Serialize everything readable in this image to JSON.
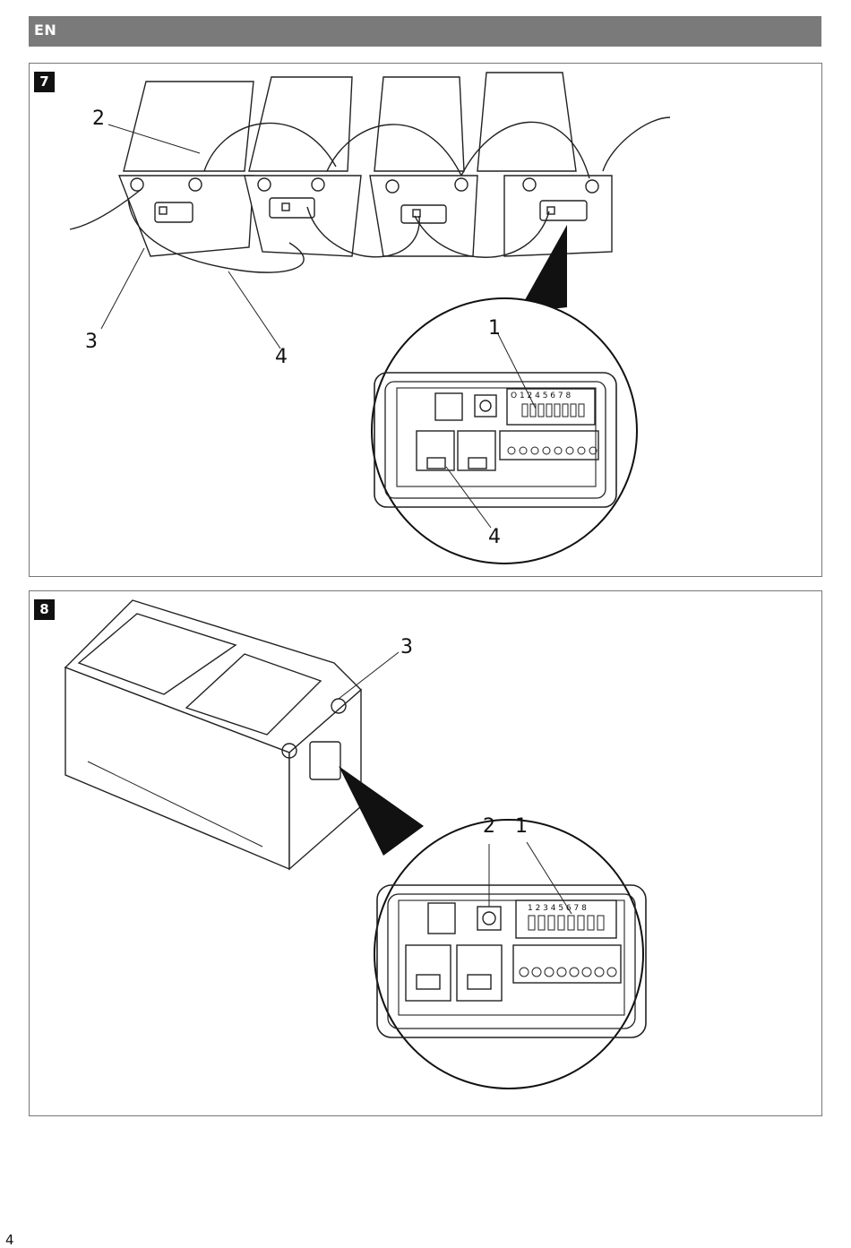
{
  "header": {
    "language": "EN"
  },
  "figure7": {
    "number": "7",
    "callouts": {
      "c1": "1",
      "c2": "2",
      "c3": "3",
      "c4_top": "4",
      "c4_bottom": "4"
    },
    "dip_labels": "O 1 2   4 5 6 7 8"
  },
  "figure8": {
    "number": "8",
    "callouts": {
      "c1": "1",
      "c2": "2",
      "c3": "3"
    },
    "dip_labels": "1 2 3 4 5 6 7 8"
  },
  "footer": {
    "page_number": "4"
  }
}
